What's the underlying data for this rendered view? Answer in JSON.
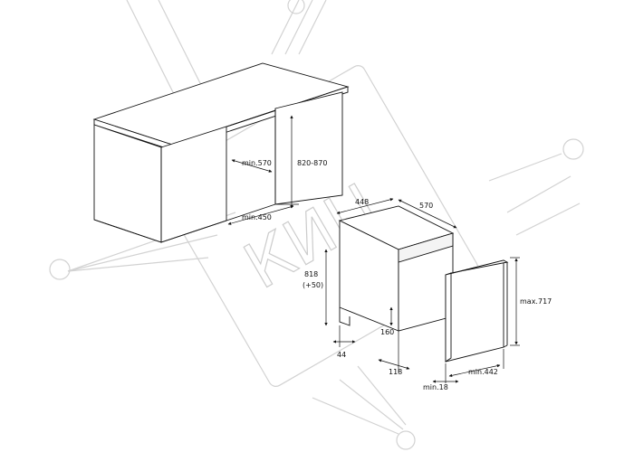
{
  "watermark": {
    "text": "КИЦ"
  },
  "dimensions": {
    "niche_width": "min.570",
    "niche_height": "820-870",
    "niche_depth": "min.450",
    "appliance_width": "448",
    "appliance_depth": "570",
    "appliance_height": "818",
    "height_adjust": "(+50)",
    "plinth_height": "160",
    "left_offset": "44",
    "plinth_depth": "118",
    "panel_height": "max.717",
    "panel_width": "min.442",
    "panel_thickness": "min.18"
  },
  "colors": {
    "line": "#111111",
    "watermark": "#cfcfcf"
  }
}
